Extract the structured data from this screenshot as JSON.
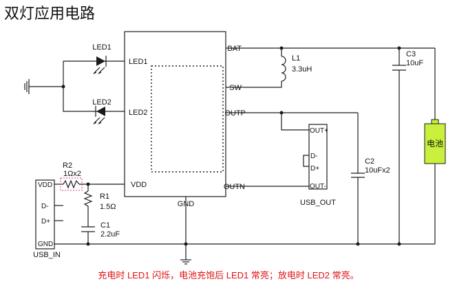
{
  "title": "双灯应用电路",
  "chip": {
    "pins": {
      "led1": "LED1",
      "led2": "LED2",
      "vdd": "VDD",
      "bat": "BAT",
      "sw": "SW",
      "outp": "OUTP",
      "outn": "OUTN",
      "gnd": "GND"
    }
  },
  "components": {
    "led1": {
      "label": "LED1"
    },
    "led2": {
      "label": "LED2"
    },
    "l1": {
      "name": "L1",
      "value": "3.3uH"
    },
    "c3": {
      "name": "C3",
      "value": "10uF"
    },
    "c2": {
      "name": "C2",
      "value": "10uFx2"
    },
    "r2": {
      "name": "R2",
      "value": "1Ωx2"
    },
    "r1": {
      "name": "R1",
      "value": "1.5Ω"
    },
    "c1": {
      "name": "C1",
      "value": "2.2uF"
    },
    "battery": {
      "label": "电池",
      "color": "#c8f03c"
    }
  },
  "usb_out": {
    "label": "USB_OUT",
    "pins": [
      "OUT+",
      "D-",
      "D+",
      "OUT-"
    ]
  },
  "usb_in": {
    "label": "USB_IN",
    "pins": [
      "VDD",
      "D-",
      "D+",
      "GND"
    ]
  },
  "note": {
    "text": "充电时 LED1 闪烁，电池充饱后 LED1 常亮；放电时 LED2 常亮。",
    "color": "#e01010"
  }
}
